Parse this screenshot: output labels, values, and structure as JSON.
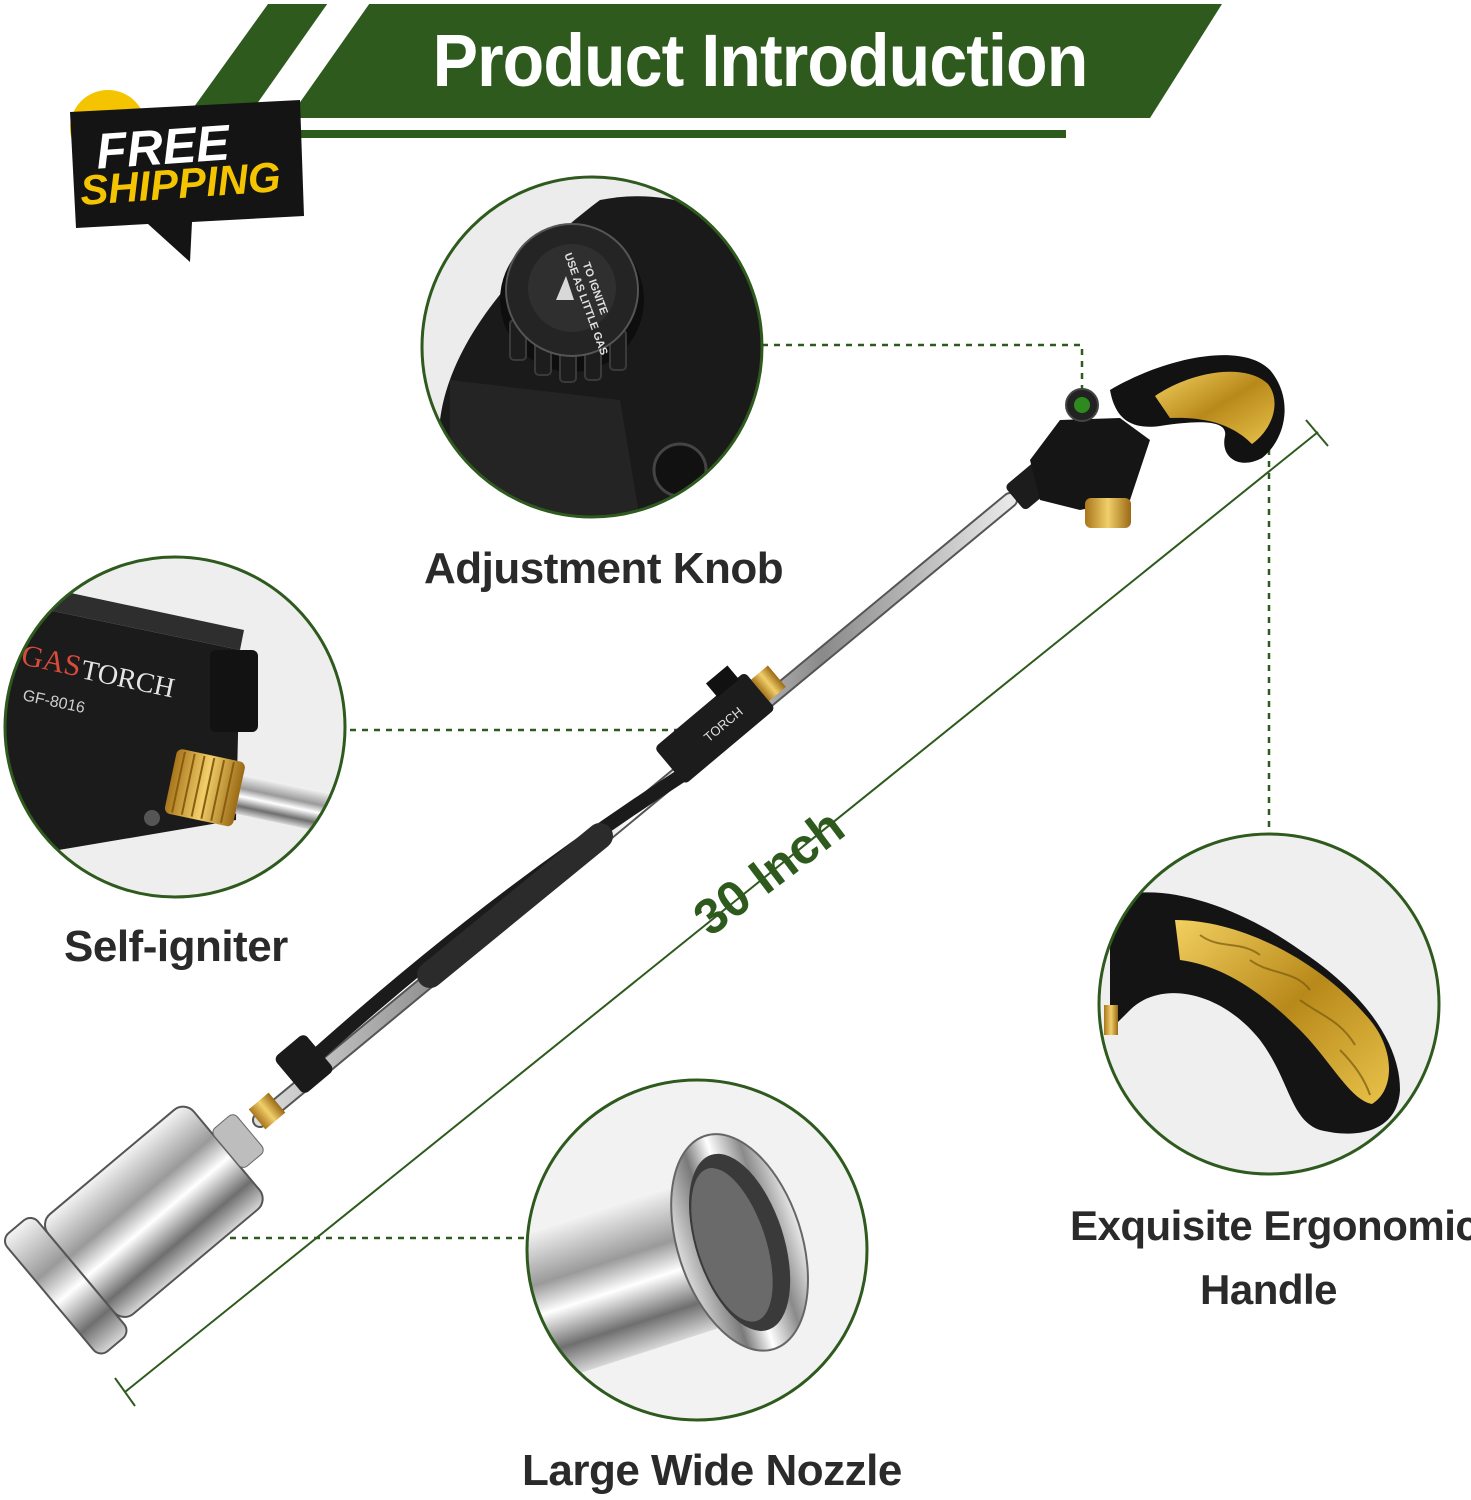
{
  "header": {
    "title": "Product Introduction"
  },
  "badge": {
    "line1": "FREE",
    "line2": "SHIPPING"
  },
  "dimension": {
    "label": "30 Inch"
  },
  "callouts": {
    "adjustment_knob": "Adjustment Knob",
    "self_igniter": "Self-igniter",
    "handle_line1": "Exquisite Ergonomic",
    "handle_line2": "Handle",
    "nozzle": "Large Wide Nozzle"
  },
  "product": {
    "brand_prefix": "GAS",
    "brand_suffix": "TORCH",
    "model": "GF-8016",
    "knob_text_line1": "USE AS LITTLE GAS",
    "knob_text_line2": "TO IGNITE"
  },
  "colors": {
    "brand_green": "#2e5a1e",
    "dark_green": "#1f4a12",
    "badge_yellow": "#f5c400",
    "gold": "#c9a227"
  }
}
